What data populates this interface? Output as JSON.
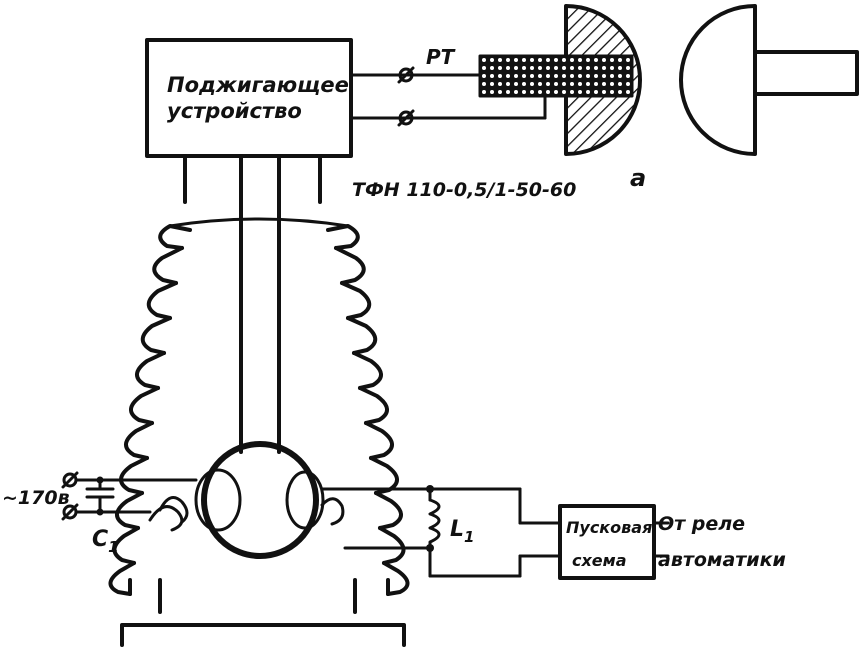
{
  "diagram": {
    "ignition_device_line1": "Поджигающее",
    "ignition_device_line2": "устройство",
    "spark_gap_label": "РТ",
    "transformer_label": "ТФН 110-0,5/1-50-60",
    "variant_label": "а",
    "supply_voltage_label": "~170в",
    "capacitor_label": "С",
    "capacitor_subscript": "1",
    "inductor_label": "L",
    "inductor_subscript": "1",
    "start_circuit_line1": "Пусковая",
    "start_circuit_line2": "схема",
    "relay_line1": "От реле",
    "relay_line2": "автоматики"
  },
  "colors": {
    "ink": "#111111",
    "background": "#ffffff"
  }
}
